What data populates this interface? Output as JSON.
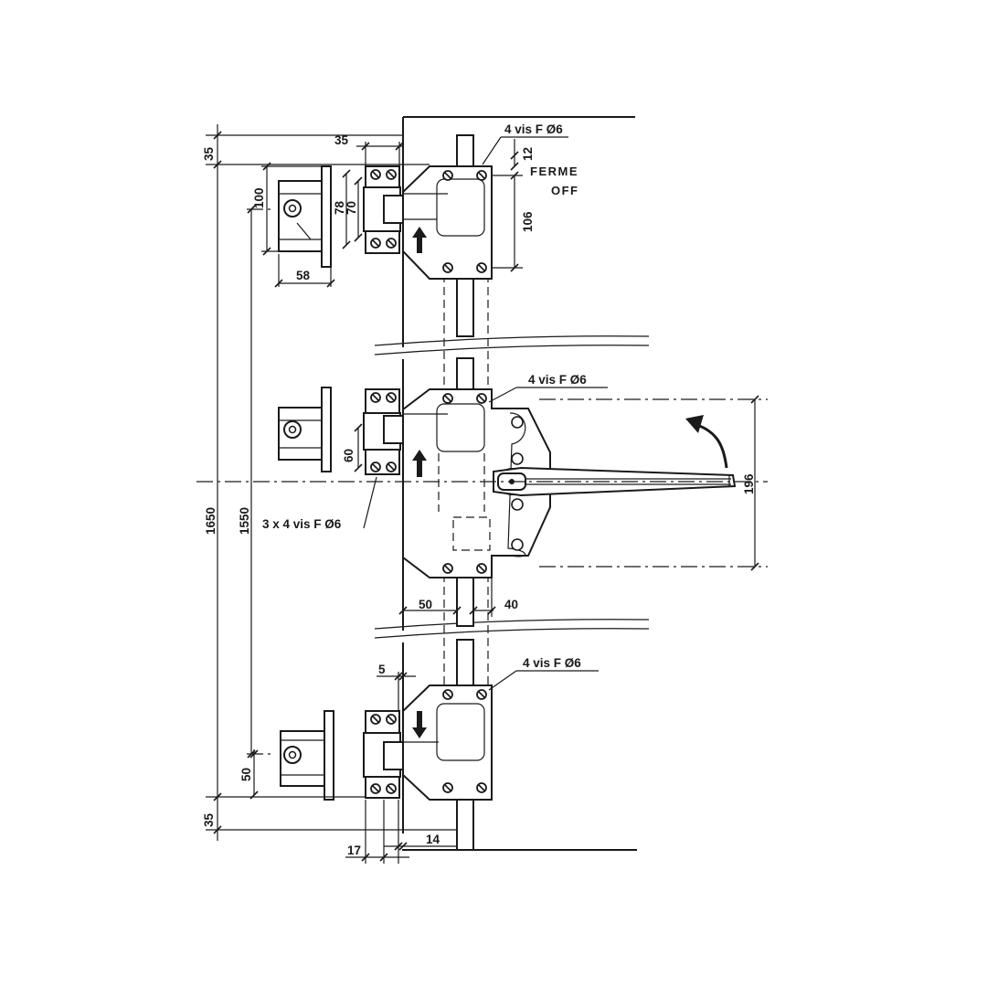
{
  "labels": {
    "top_screws": "4 vis F Ø6",
    "middle_screws": "4 vis F Ø6",
    "bottom_screws": "4 vis F Ø6",
    "keeper_screws": "3 x 4 vis F Ø6",
    "state_fr": "FERME",
    "state_en": "OFF"
  },
  "dimensions": {
    "top_offset": "35",
    "bottom_offset": "35",
    "total_height": "1650",
    "keeper_spacing": "1550",
    "keeper_height": "100",
    "keeper_depth": "58",
    "bolt_width_outer": "78",
    "bolt_width_inner": "70",
    "top_gap": "35",
    "top_clearance": "12",
    "guide_height": "106",
    "middle_bolt": "60",
    "handle_swing": "196",
    "case_left": "50",
    "case_right": "40",
    "bottom_gap": "5",
    "bottom_bolt": "50",
    "bottom_left": "17",
    "bottom_right": "14"
  },
  "icons": {
    "up_arrow_top": "arrow-up-icon",
    "up_arrow_middle": "arrow-up-icon",
    "down_arrow_bottom": "arrow-down-icon",
    "rotation_arrow": "curved-arrow-icon",
    "screw": "screw-icon"
  }
}
